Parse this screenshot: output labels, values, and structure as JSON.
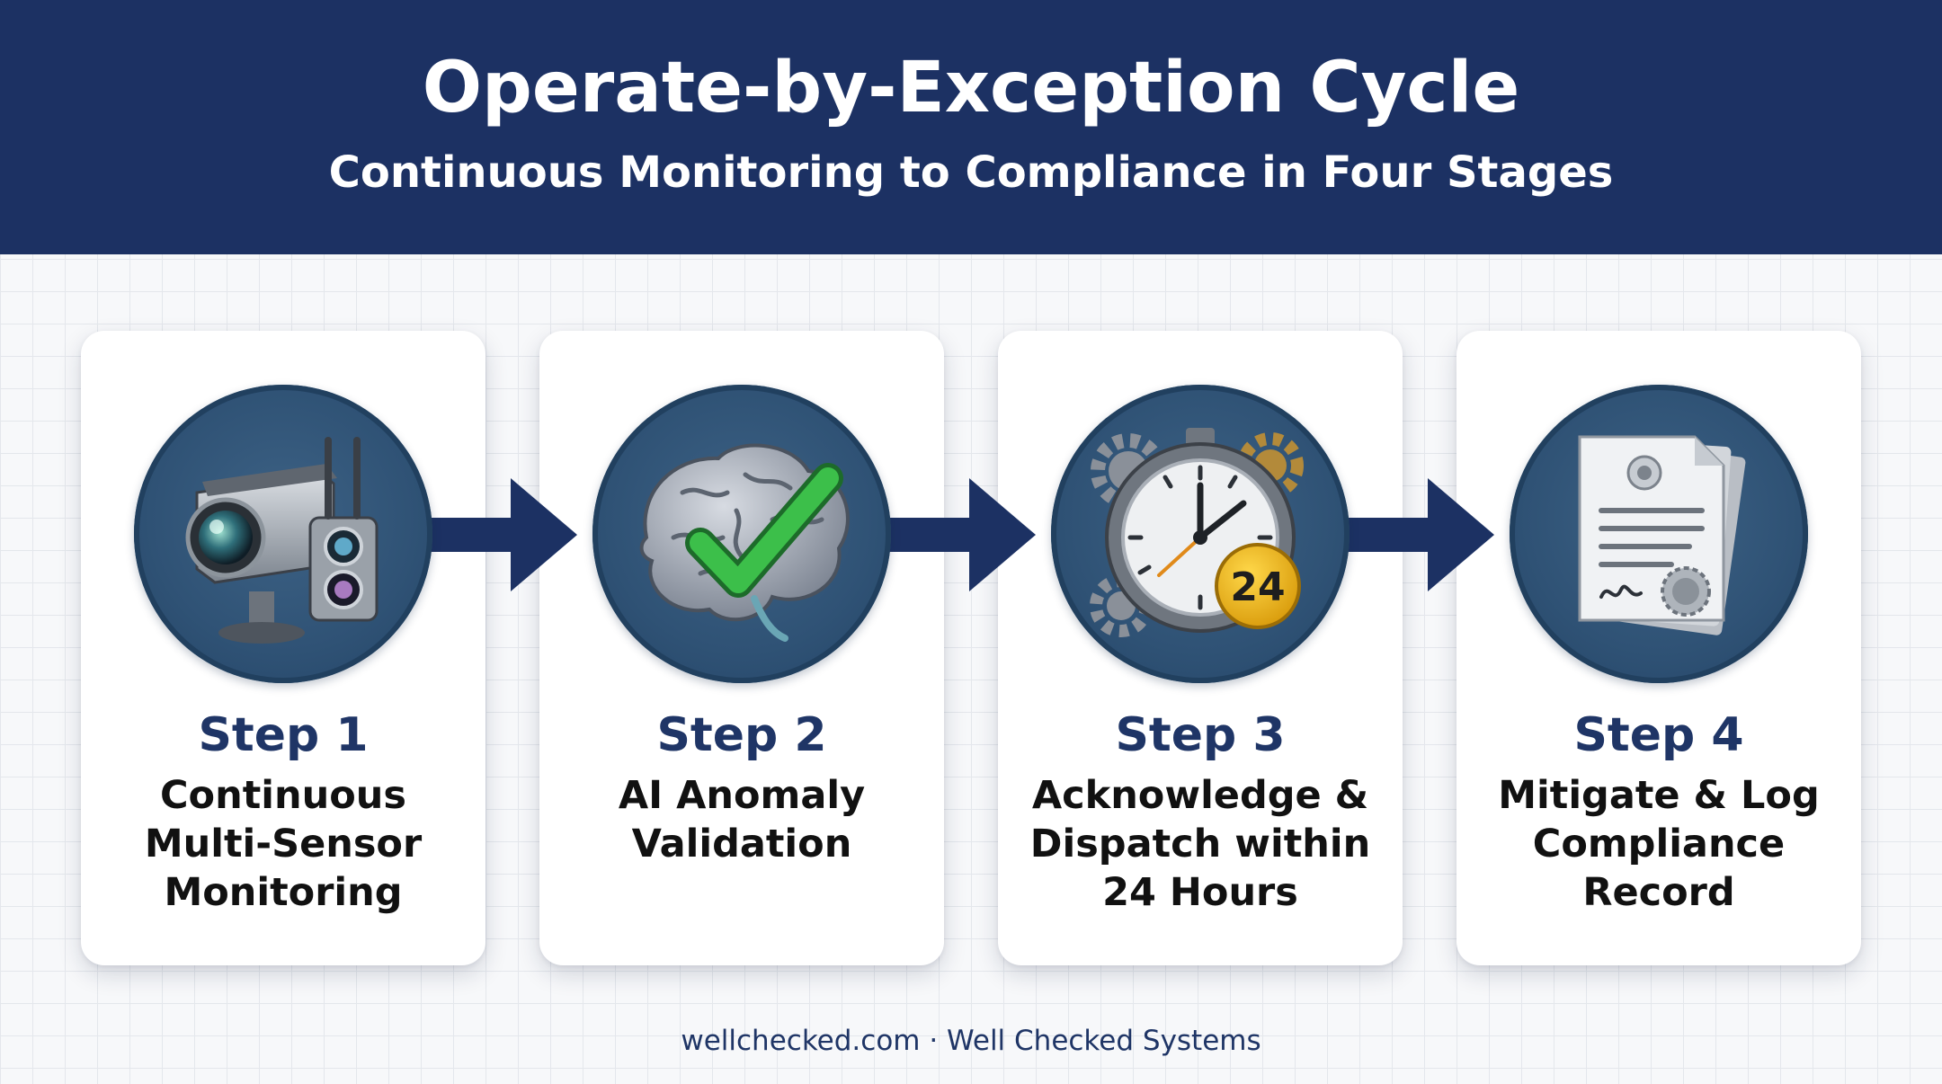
{
  "header": {
    "title": "Operate-by-Exception Cycle",
    "subtitle": "Continuous Monitoring to Compliance in Four Stages"
  },
  "steps": [
    {
      "label": "Step 1",
      "description": "Continuous Multi-Sensor Monitoring",
      "icon": "security-camera-sensor-icon"
    },
    {
      "label": "Step 2",
      "description": "AI Anomaly Validation",
      "icon": "brain-checkmark-icon"
    },
    {
      "label": "Step 3",
      "description": "Acknowledge & Dispatch within 24 Hours",
      "icon": "stopwatch-gears-icon",
      "badge": "24"
    },
    {
      "label": "Step 4",
      "description": "Mitigate & Log Compliance Record",
      "icon": "certified-documents-icon"
    }
  ],
  "footer": {
    "text": "wellchecked.com · Well Checked Systems"
  },
  "colors": {
    "header_bg": "#1c3163",
    "accent_navy": "#1f3566",
    "icon_circle": "#2f5275",
    "check_green": "#3cbf4a",
    "badge_gold": "#f2b81d"
  }
}
